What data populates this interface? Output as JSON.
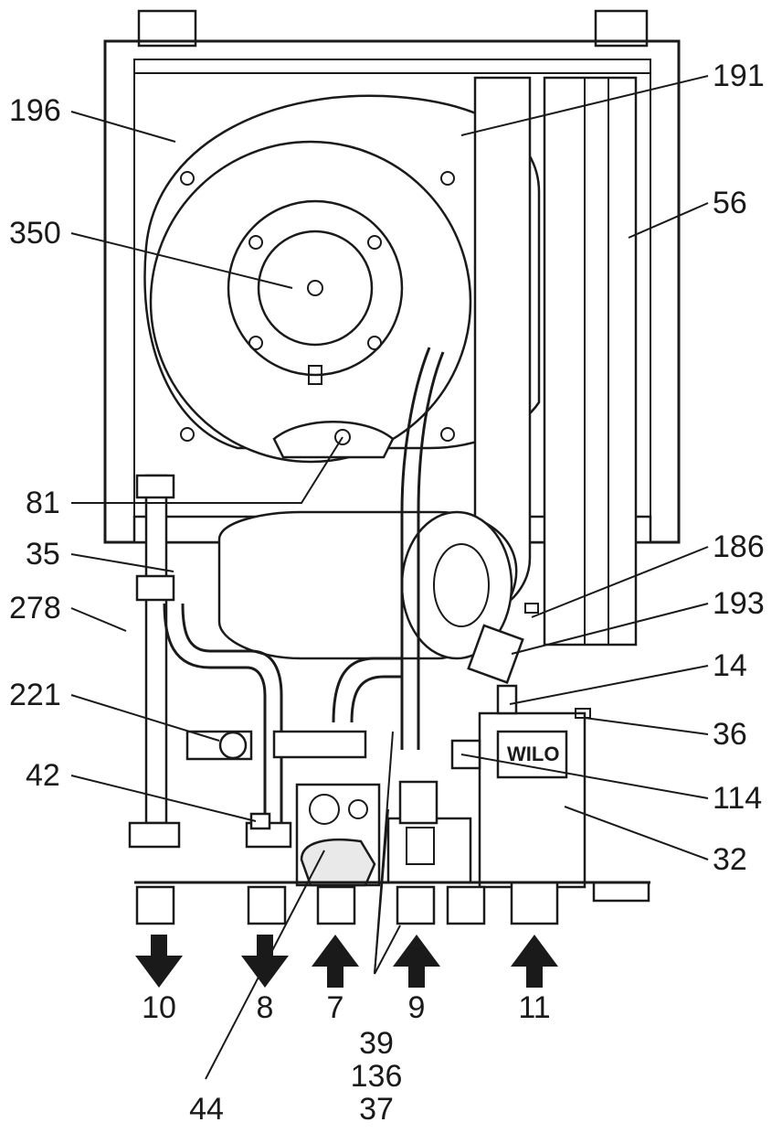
{
  "labels": {
    "l196": "196",
    "l350": "350",
    "l81": "81",
    "l35": "35",
    "l278": "278",
    "l221": "221",
    "l42": "42",
    "l191": "191",
    "l56": "56",
    "l186": "186",
    "l193": "193",
    "l14": "14",
    "l36": "36",
    "l114": "114",
    "l32": "32",
    "l10": "10",
    "l8": "8",
    "l7": "7",
    "l9": "9",
    "l11": "11",
    "l39": "39",
    "l136": "136",
    "l37": "37",
    "l44": "44"
  },
  "pump_brand": "WILO",
  "connections": [
    {
      "id": "10",
      "direction": "out"
    },
    {
      "id": "8",
      "direction": "out"
    },
    {
      "id": "7",
      "direction": "in"
    },
    {
      "id": "9",
      "direction": "in"
    },
    {
      "id": "11",
      "direction": "in"
    }
  ]
}
